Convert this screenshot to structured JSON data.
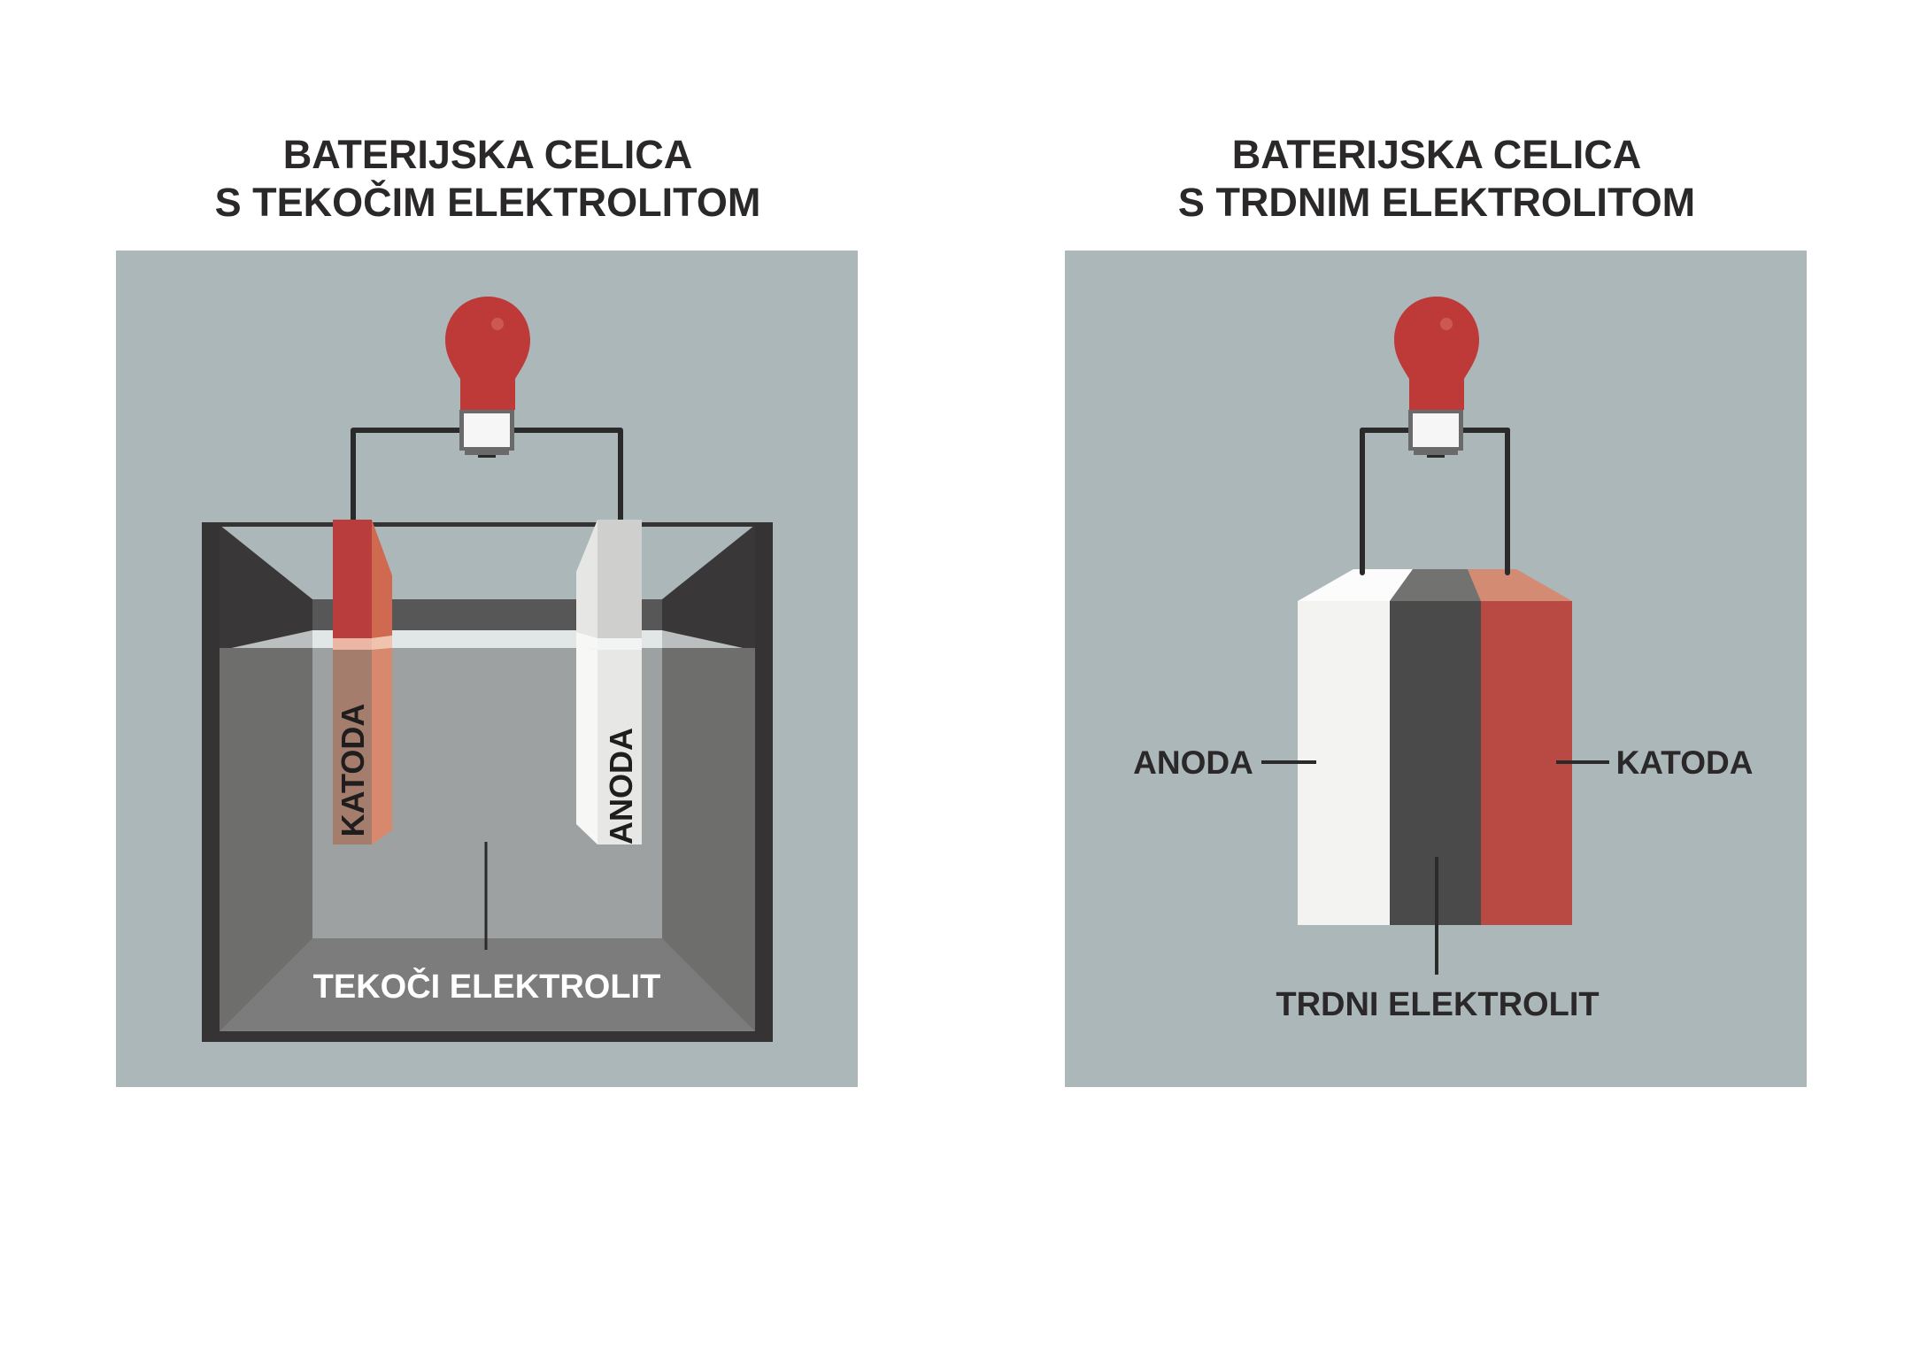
{
  "left_diagram": {
    "title_line1": "BATERIJSKA CELICA",
    "title_line2": "S TEKOČIM ELEKTROLITOM",
    "cathode_label": "KATODA",
    "anode_label": "ANODA",
    "electrolyte_label": "TEKOČI ELEKTROLIT"
  },
  "right_diagram": {
    "title_line1": "BATERIJSKA CELICA",
    "title_line2": "S TRDNIM ELEKTROLITOM",
    "anode_label": "ANODA",
    "cathode_label": "KATODA",
    "electrolyte_label": "TRDNI ELEKTROLIT"
  },
  "colors": {
    "panel_background": "#acb7ba",
    "bulb_red": "#bd3a38",
    "cathode_red": "#b83d3c",
    "cathode_light": "#cf6a51",
    "anode_white": "#f3f3f1",
    "solid_electrolyte": "#4a4a4b",
    "container_dark": "#353333",
    "liquid_gray": "#9da1a2",
    "text_dark": "#2a2828"
  }
}
